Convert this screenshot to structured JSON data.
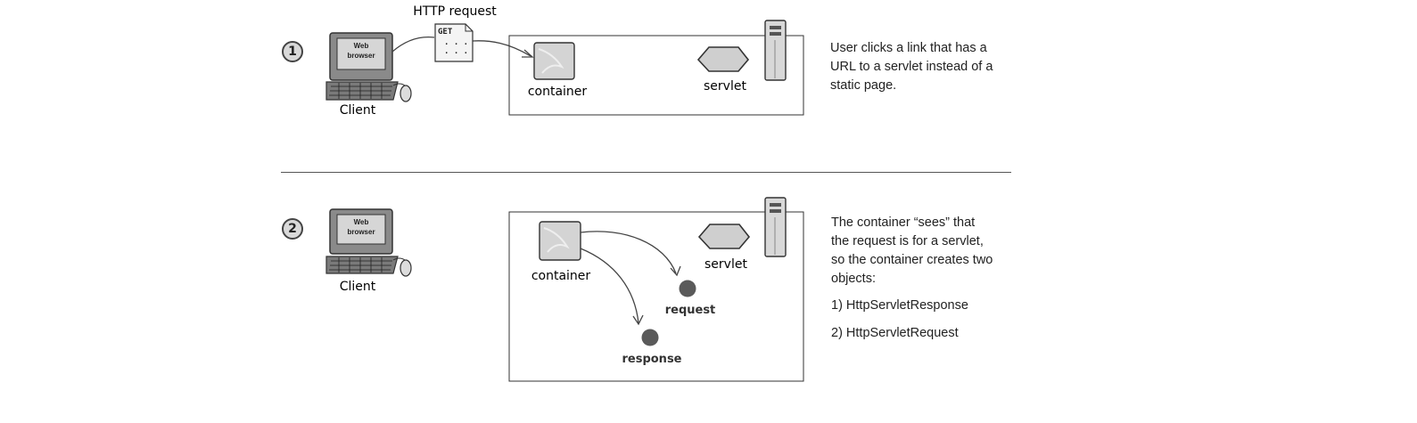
{
  "panel1": {
    "step": "1",
    "client_screen_text": [
      "Web",
      "browser"
    ],
    "client_label": "Client",
    "http_request_label": "HTTP request",
    "get_note": "GET",
    "container_label": "container",
    "servlet_label": "servlet",
    "description": "User clicks a link that has a URL to a servlet instead of a static page."
  },
  "panel2": {
    "step": "2",
    "client_screen_text": [
      "Web",
      "browser"
    ],
    "client_label": "Client",
    "container_label": "container",
    "servlet_label": "servlet",
    "request_label": "request",
    "response_label": "response",
    "description": "The container “sees” that the request is for a servlet, so the container creates two objects:",
    "objects": [
      "1) HttpServletResponse",
      "2) HttpServletRequest"
    ]
  }
}
